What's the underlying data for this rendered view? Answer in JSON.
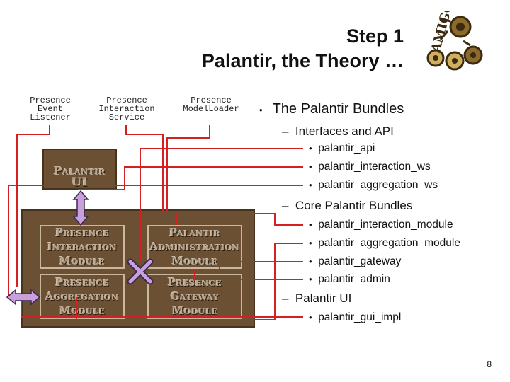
{
  "slide": {
    "title_line1": "Step 1",
    "title_line2": "Palantir, the Theory …",
    "page_number": "8"
  },
  "logo": {
    "text": "AMIGO",
    "icon": "amigo-logo"
  },
  "diagram": {
    "services": [
      "Presence\nEvent\nListener",
      "Presence\nInteraction\nService",
      "Presence\nModelLoader"
    ],
    "palantir_ui": "Palantir UI",
    "modules": [
      "Presence\nInteraction\nModule",
      "Palantir\nAdministration\nModule",
      "Presence\nAggregation\nModule",
      "Presence\nGateway\nModule"
    ],
    "colors": {
      "box_fill": "#6b5034",
      "line": "#d42020",
      "arrow_fill": "#c9a0dc"
    }
  },
  "content": {
    "heading": "The Palantir Bundles",
    "groups": [
      {
        "label": "Interfaces and API",
        "items": [
          "palantir_api",
          "palantir_interaction_ws",
          "palantir_aggregation_ws"
        ]
      },
      {
        "label": "Core Palantir Bundles",
        "items": [
          "palantir_interaction_module",
          "palantir_aggregation_module",
          "palantir_gateway",
          "palantir_admin"
        ]
      },
      {
        "label": "Palantir UI",
        "items": [
          "palantir_gui_impl"
        ]
      }
    ]
  }
}
